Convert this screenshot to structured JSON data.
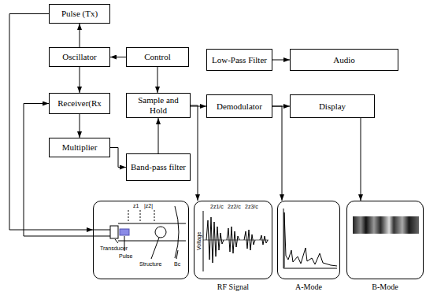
{
  "diagram": {
    "nodes": [
      {
        "text": [
          "Pulse (Tx)"
        ]
      },
      {
        "text": [
          "Oscillator"
        ]
      },
      {
        "text": [
          "Control"
        ]
      },
      {
        "text": [
          "Low-Pass Filter"
        ]
      },
      {
        "text": [
          "Audio"
        ]
      },
      {
        "text": [
          "Receiver(Rx"
        ]
      },
      {
        "text": [
          "Sample and Hold"
        ]
      },
      {
        "text": [
          "Demodulator"
        ]
      },
      {
        "text": [
          "Display"
        ]
      },
      {
        "text": [
          "Multiplier"
        ]
      },
      {
        "text": [
          "Band-pass filter"
        ]
      },
      {
        "text": [
          "z1",
          "|z2|",
          "Transducer",
          "Pulse",
          "Structure",
          "Bc"
        ]
      },
      {
        "text": [
          "RF Signal",
          "Voltage",
          "2z1/c",
          "2z2/c",
          "2z3/c"
        ]
      },
      {
        "text": [
          "A-Mode"
        ]
      },
      {
        "text": [
          "B-Mode"
        ]
      }
    ],
    "edges": [
      {
        "from": 1,
        "to": 0,
        "arrow": "to"
      },
      {
        "from": 2,
        "to": 1,
        "arrow": "to"
      },
      {
        "from": 1,
        "to": 5,
        "arrow": "to"
      },
      {
        "from": 2,
        "to": 6,
        "arrow": "to"
      },
      {
        "from": 3,
        "to": 4,
        "arrow": "to"
      },
      {
        "from": 6,
        "to": 7,
        "arrow": "to"
      },
      {
        "from": 7,
        "to": 8,
        "arrow": "to"
      },
      {
        "from": 5,
        "to": 9,
        "arrow": "to"
      },
      {
        "from": 9,
        "to": 10,
        "arrow": "to"
      },
      {
        "from": 10,
        "to": 6,
        "arrow": "to"
      },
      {
        "from": 0,
        "to": 11,
        "arrow": "to"
      },
      {
        "from": 11,
        "to": 5,
        "arrow": "to"
      },
      {
        "from": 6,
        "to": 12,
        "arrow": "to"
      },
      {
        "from": 7,
        "to": 13,
        "arrow": "to"
      },
      {
        "from": 8,
        "to": 14,
        "arrow": "to"
      }
    ]
  }
}
